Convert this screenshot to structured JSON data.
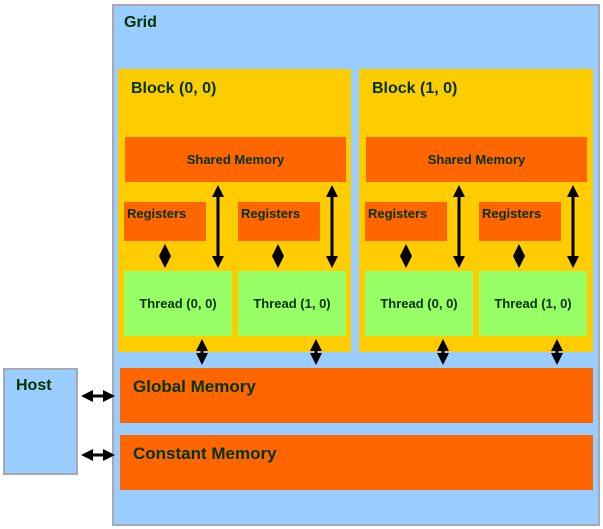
{
  "grid": {
    "label": "Grid"
  },
  "host": {
    "label": "Host"
  },
  "blocks": [
    {
      "label": "Block (0, 0)",
      "shared_memory": "Shared Memory",
      "threads": [
        {
          "registers": "Registers",
          "label": "Thread (0, 0)"
        },
        {
          "registers": "Registers",
          "label": "Thread (1, 0)"
        }
      ]
    },
    {
      "label": "Block (1, 0)",
      "shared_memory": "Shared Memory",
      "threads": [
        {
          "registers": "Registers",
          "label": "Thread (0, 0)"
        },
        {
          "registers": "Registers",
          "label": "Thread (1, 0)"
        }
      ]
    }
  ],
  "global_memory": {
    "label": "Global Memory"
  },
  "constant_memory": {
    "label": "Constant Memory"
  },
  "colors": {
    "grid": "#99ccff",
    "block": "#ffcc00",
    "memory": "#ff6600",
    "thread": "#99ff66",
    "text": "#003300"
  }
}
